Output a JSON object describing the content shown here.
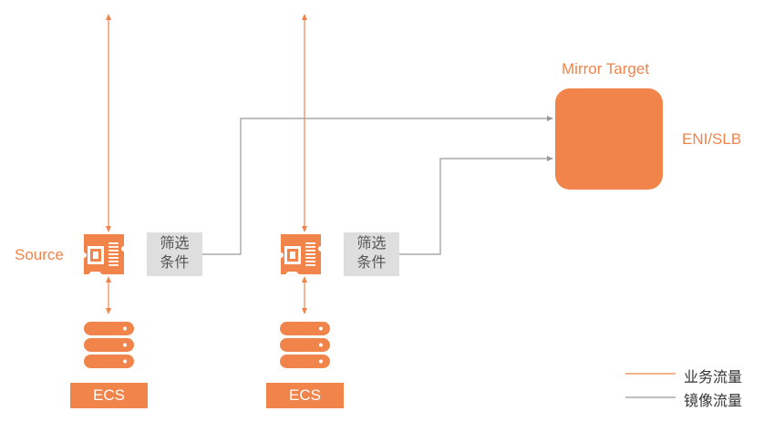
{
  "colors": {
    "business": "#f0844a",
    "mirror": "#999999"
  },
  "labels": {
    "mirror_target": "Mirror Target",
    "target_type": "ENI/SLB",
    "source": "Source",
    "ecs": "ECS",
    "filter_line1": "筛选",
    "filter_line2": "条件"
  },
  "legend": {
    "business": "业务流量",
    "mirror": "镜像流量"
  }
}
